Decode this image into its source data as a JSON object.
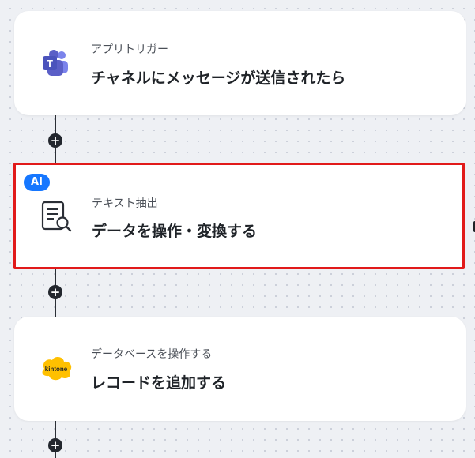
{
  "steps": [
    {
      "subtitle": "アプリトリガー",
      "title": "チャネルにメッセージが送信されたら",
      "icon": "teams-icon",
      "color": "#5b5fc7"
    },
    {
      "subtitle": "テキスト抽出",
      "title": "データを操作・変換する",
      "icon": "document-search-icon",
      "badge": "AI",
      "selected": true
    },
    {
      "subtitle": "データベースを操作する",
      "title": "レコードを追加する",
      "icon": "kintone-icon",
      "logo_text": "kintone",
      "color": "#ffc000"
    }
  ],
  "add_button": "+",
  "colors": {
    "selected_border": "#e11a1a",
    "ai_badge": "#1677ff"
  }
}
